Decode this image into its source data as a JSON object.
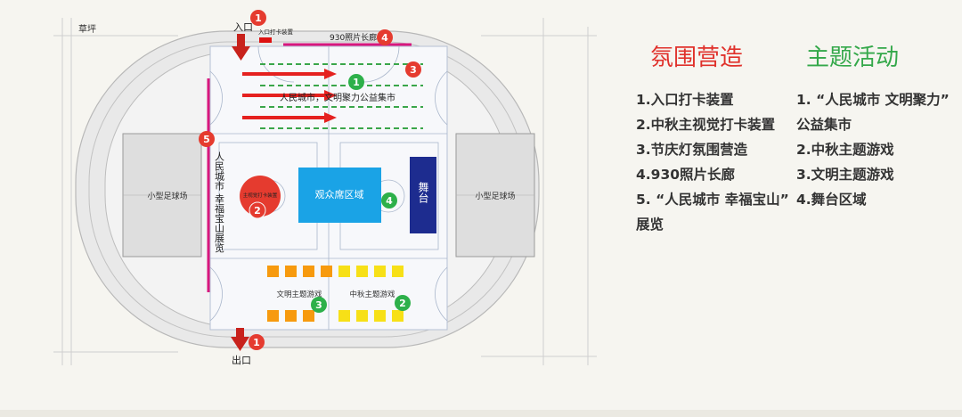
{
  "map": {
    "grass_label": "草坪",
    "entrance_label": "入口",
    "exit_label": "出口",
    "checkin_device_label": "入口打卡装置",
    "photo_corridor_label": "930照片长廊",
    "market_label": "人民城市，文明聚力公益集市",
    "visual_checkin_label": "主视觉打卡装置",
    "audience_label": "观众席区域",
    "stage_label": "舞台",
    "exhibition_label": "人民城市 幸福宝山展览",
    "civil_game_label": "文明主题游戏",
    "midautumn_game_label": "中秋主题游戏",
    "field_left_label": "小型足球场",
    "field_right_label": "小型足球场",
    "markers": {
      "entrance": "1",
      "exit": "1",
      "market": "1",
      "visual": "2",
      "midautumn_game": "2",
      "lanterns": "3",
      "civil_game": "3",
      "photo": "4",
      "audience": "4",
      "exhibition": "5"
    }
  },
  "legend": {
    "atmosphere_title": "氛围营造",
    "activity_title": "主题活动",
    "atmosphere_items": [
      "1.入口打卡装置",
      "2.中秋主视觉打卡装置",
      "3.节庆灯氛围营造",
      "4.930照片长廊",
      "5. “人民城市 幸福宝山”",
      "展览"
    ],
    "activity_items": [
      "1. “人民城市 文明聚力”",
      "公益集市",
      "2.中秋主题游戏",
      "3.文明主题游戏",
      "4.舞台区域"
    ]
  },
  "colors": {
    "red_marker": "#e53b2f",
    "green_marker": "#2db04a",
    "magenta_line": "#d8177e",
    "audience_blue": "#1aa3e6",
    "stage_navy": "#1d2c8f",
    "orange_box": "#f79a0e",
    "yellow_box": "#f7e017",
    "dash_green": "#3aa64a",
    "arrow_red": "#e5211f"
  }
}
